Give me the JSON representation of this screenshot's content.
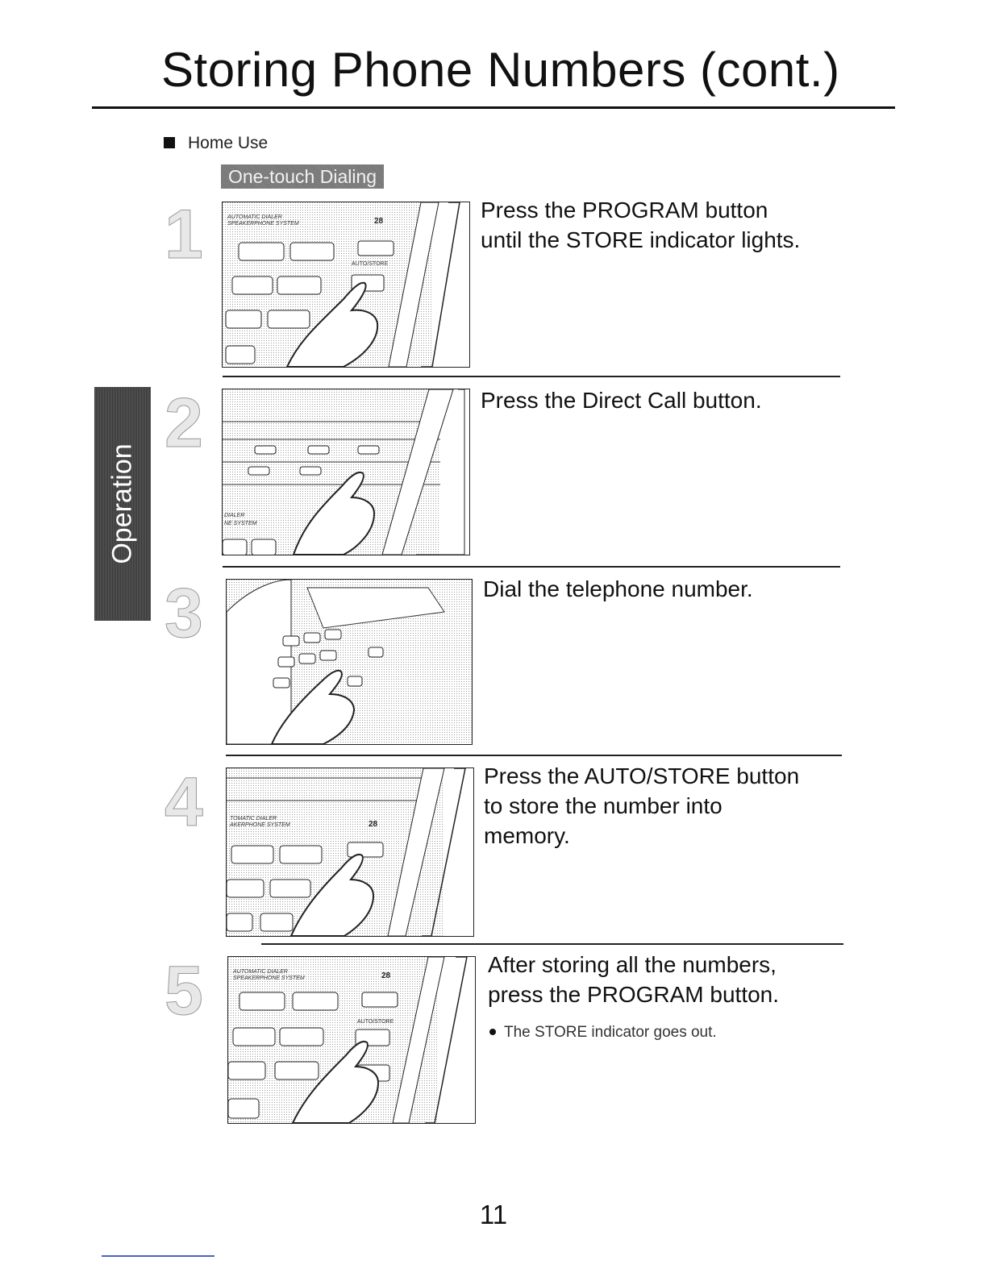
{
  "title": "Storing Phone Numbers (cont.)",
  "section": "Home Use",
  "subheading": "One-touch Dialing",
  "side_tab": "Operation",
  "steps": [
    {
      "number": "1",
      "lines": [
        "Press the PROGRAM button",
        "until the STORE indicator lights."
      ]
    },
    {
      "number": "2",
      "lines": [
        "Press the Direct Call button."
      ]
    },
    {
      "number": "3",
      "lines": [
        "Dial the telephone number."
      ]
    },
    {
      "number": "4",
      "lines": [
        "Press the AUTO/STORE button",
        "to store the number into",
        "memory."
      ]
    },
    {
      "number": "5",
      "lines": [
        "After storing all the numbers,",
        "press the PROGRAM button."
      ],
      "note": "The STORE indicator goes out."
    }
  ],
  "page_number": "11"
}
